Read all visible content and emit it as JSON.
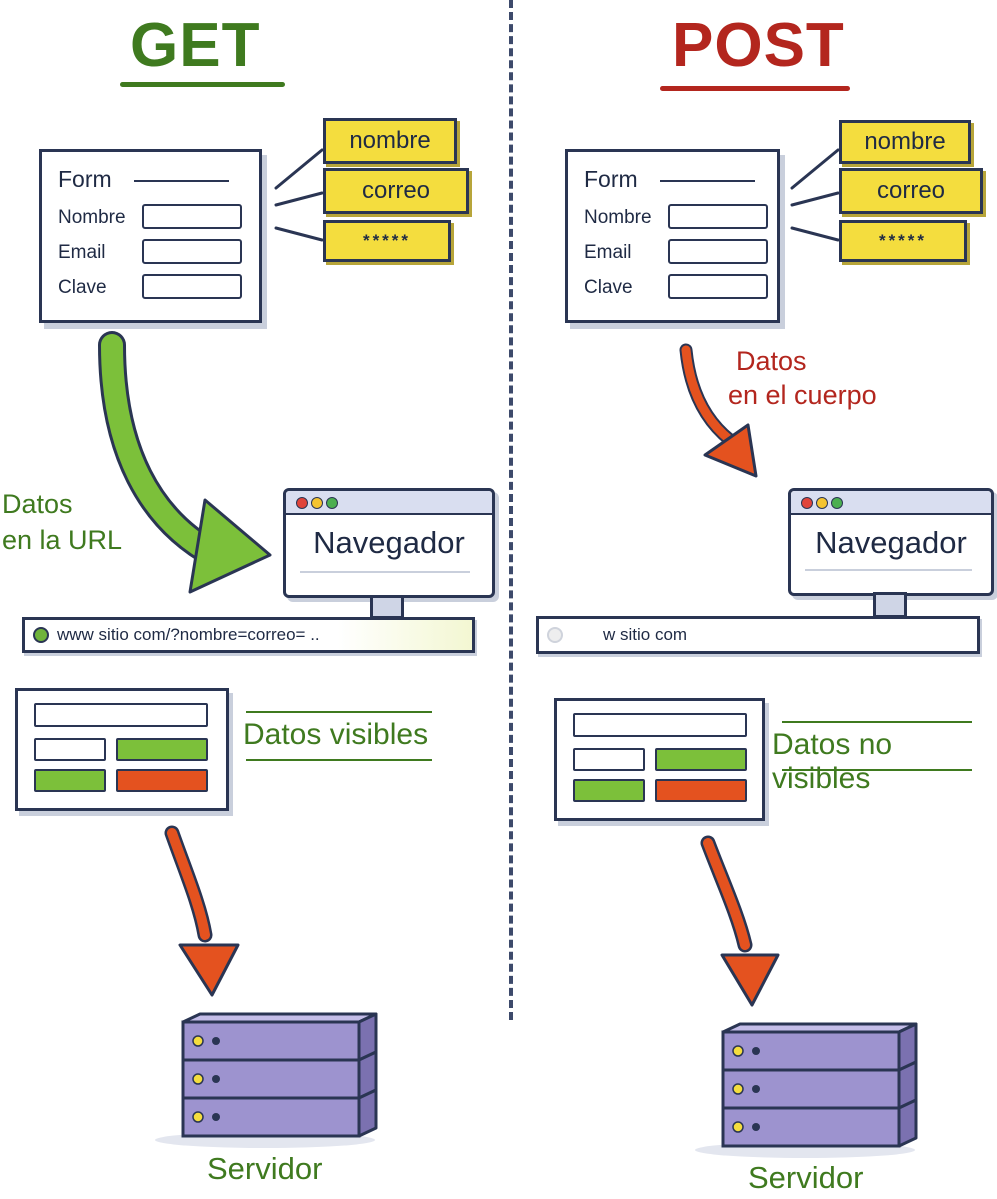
{
  "get": {
    "title": "GET",
    "form": {
      "title": "Form",
      "labels": [
        "Nombre",
        "Email",
        "Clave"
      ]
    },
    "tags": [
      "nombre",
      "correo",
      "*****"
    ],
    "arrow_note": [
      "Datos",
      "en la URL"
    ],
    "browser_label": "Navegador",
    "url_text": "www sitio com/?nombre=correo= ..",
    "visibility_caption": "Datos visibles",
    "server_label": "Servidor"
  },
  "post": {
    "title": "POST",
    "form": {
      "title": "Form",
      "labels": [
        "Nombre",
        "Email",
        "Clave"
      ]
    },
    "tags": [
      "nombre",
      "correo",
      "*****"
    ],
    "arrow_note": [
      "Datos",
      "en el cuerpo"
    ],
    "browser_label": "Navegador",
    "url_text": "w sitio com",
    "visibility_caption": "Datos no visibles",
    "server_label": "Servidor"
  },
  "colors": {
    "get_green": "#3f7a1f",
    "post_red": "#b3261e",
    "tag_yellow": "#f4dd3e",
    "server_purple": "#9d93cf",
    "arrow_green": "#7cc03a",
    "arrow_orange": "#e4521f",
    "outline": "#2a3553"
  }
}
